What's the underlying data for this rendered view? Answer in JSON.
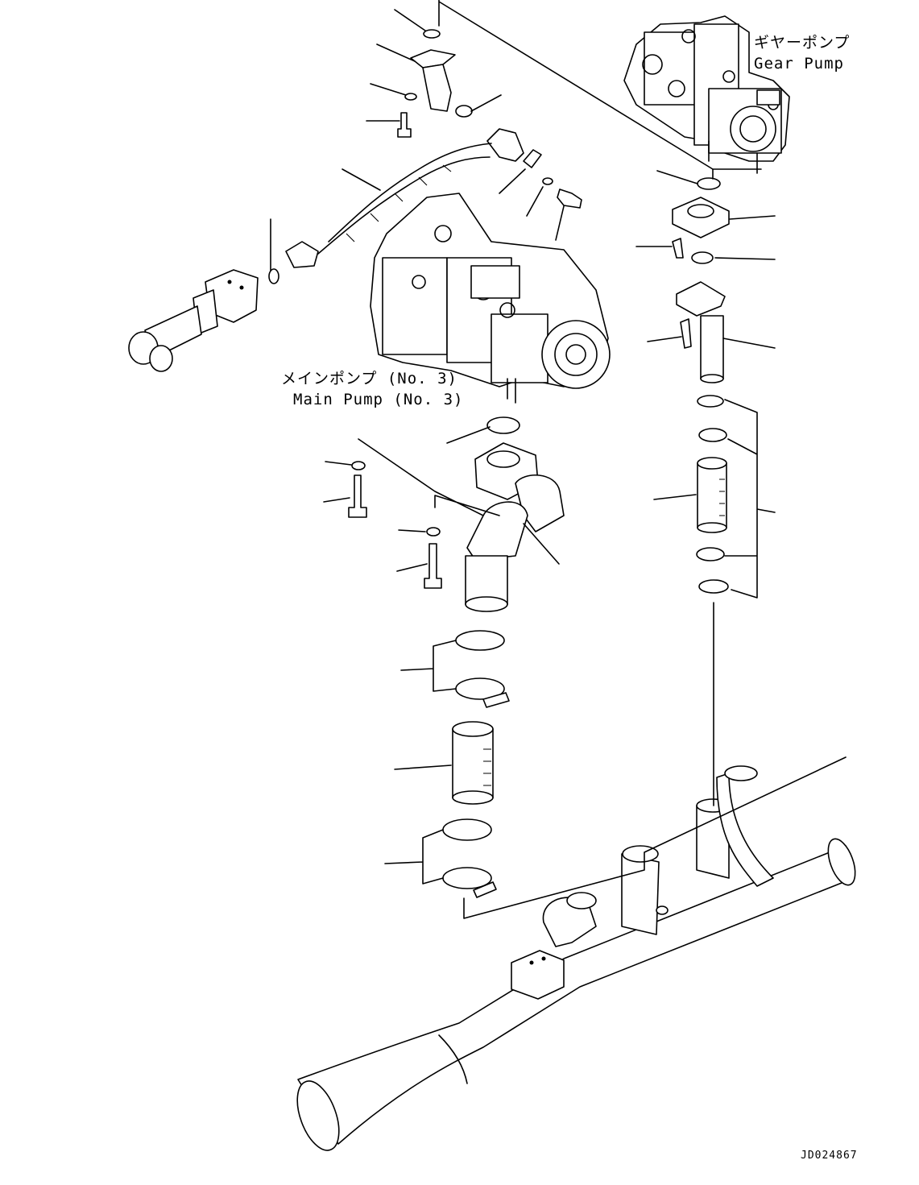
{
  "labels": {
    "gear_pump_ja": "ギヤーポンプ",
    "gear_pump_en": "Gear Pump",
    "main_pump_ja": "メインポンプ (No. 3)",
    "main_pump_en": "Main Pump (No. 3)",
    "drawing_code": "JD024867"
  },
  "icons": {
    "gear_pump": "gear-pump-illustration",
    "main_pump": "main-pump-illustration",
    "hose": "hydraulic-hose",
    "elbow": "elbow-pipe",
    "tube": "straight-tube",
    "clamp": "hose-clamp",
    "bolt": "bolt",
    "washer": "washer",
    "o_ring": "o-ring",
    "flange": "flange",
    "manifold": "suction-manifold"
  }
}
